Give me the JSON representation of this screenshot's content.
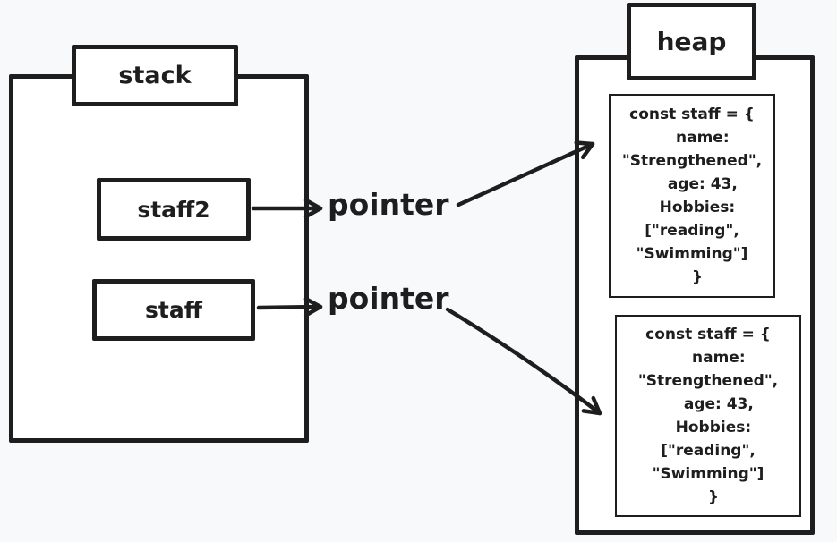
{
  "canvas": {
    "background_color": "#f8f9fb",
    "stroke_color": "#1e1e1e",
    "shape_fill_color": "#ffffff"
  },
  "stack": {
    "label": "stack",
    "variables": [
      {
        "name": "staff2"
      },
      {
        "name": "staff"
      }
    ]
  },
  "pointers": [
    {
      "label": "pointer"
    },
    {
      "label": "pointer"
    }
  ],
  "heap": {
    "label": "heap",
    "objects": [
      {
        "code": "const staff = {\n    name:\n\"Strengthened\",\n    age: 43,\n  Hobbies:\n[\"reading\",\n\"Swimming\"]\n  }"
      },
      {
        "code": "const staff = {\n    name:\n\"Strengthened\",\n    age: 43,\n  Hobbies:\n[\"reading\",\n\"Swimming\"]\n  }"
      }
    ]
  }
}
